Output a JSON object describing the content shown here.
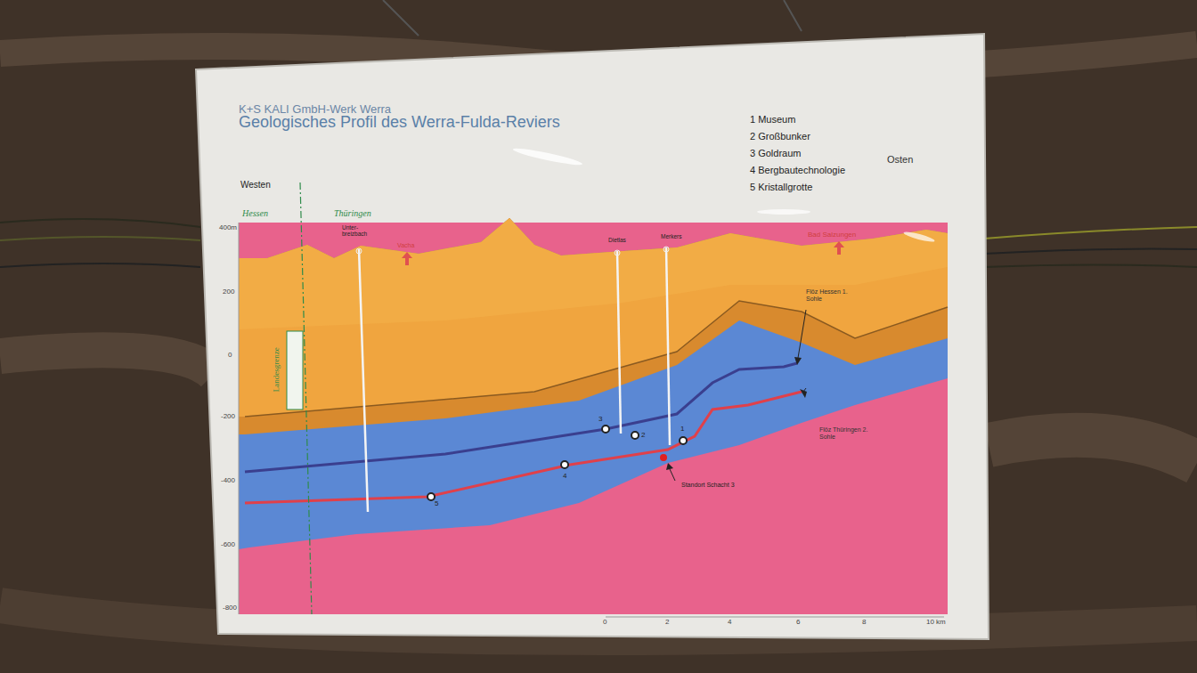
{
  "diagram": {
    "title": "Geologisches Profil des Werra-Fulda-Reviers",
    "labels": [
      "K+S KALI GmbH-Werk Werra",
      "Westen",
      "Osten",
      "Hessen",
      "Thüringen",
      "Landesgrenze",
      "Unter- breizbach",
      "Vacha",
      "Dietlas",
      "Merkers",
      "Bad Salzungen",
      "Flöz Hessen 1. Sohle",
      "Flöz Thüringen 2. Sohle",
      "Standort Schacht 3",
      "3",
      "2",
      "1",
      "4",
      "5",
      "400m",
      "200",
      "0",
      "-200",
      "-400",
      "-600",
      "-800",
      "0",
      "2",
      "4",
      "6",
      "8",
      "10 km"
    ],
    "legend": [
      {
        "text": "1 Museum"
      },
      {
        "text": "2 Großbunker"
      },
      {
        "text": "3 Goldraum"
      },
      {
        "text": "4 Bergbautechnologie"
      },
      {
        "text": "5 Kristallgrotte"
      }
    ]
  }
}
